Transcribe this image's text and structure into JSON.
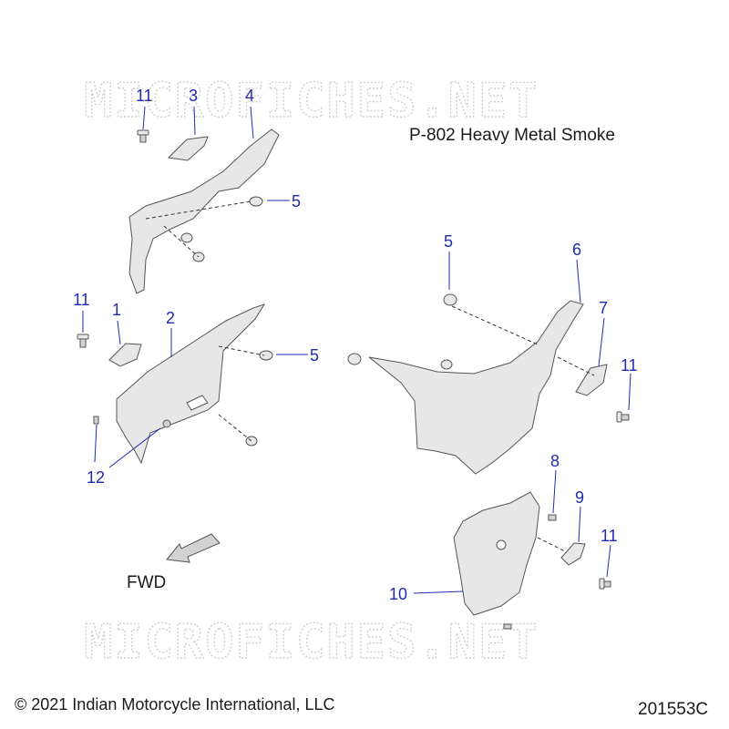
{
  "watermark_text": "MICROFICHES.NET",
  "color_name": "P-802 Heavy Metal Smoke",
  "direction_label": "FWD",
  "copyright": "© 2021 Indian Motorcycle International, LLC",
  "diagram_id": "201553C",
  "callouts": {
    "c11a": "11",
    "c3": "3",
    "c4": "4",
    "c5a": "5",
    "c11b": "11",
    "c1": "1",
    "c2": "2",
    "c5b": "5",
    "c12": "12",
    "c5c": "5",
    "c6": "6",
    "c7": "7",
    "c11c": "11",
    "c8": "8",
    "c9": "9",
    "c11d": "11",
    "c10": "10"
  },
  "colors": {
    "callout": "#1f2bb0",
    "part_fill": "#e7e7e7",
    "watermark": "#cfcfcf"
  }
}
